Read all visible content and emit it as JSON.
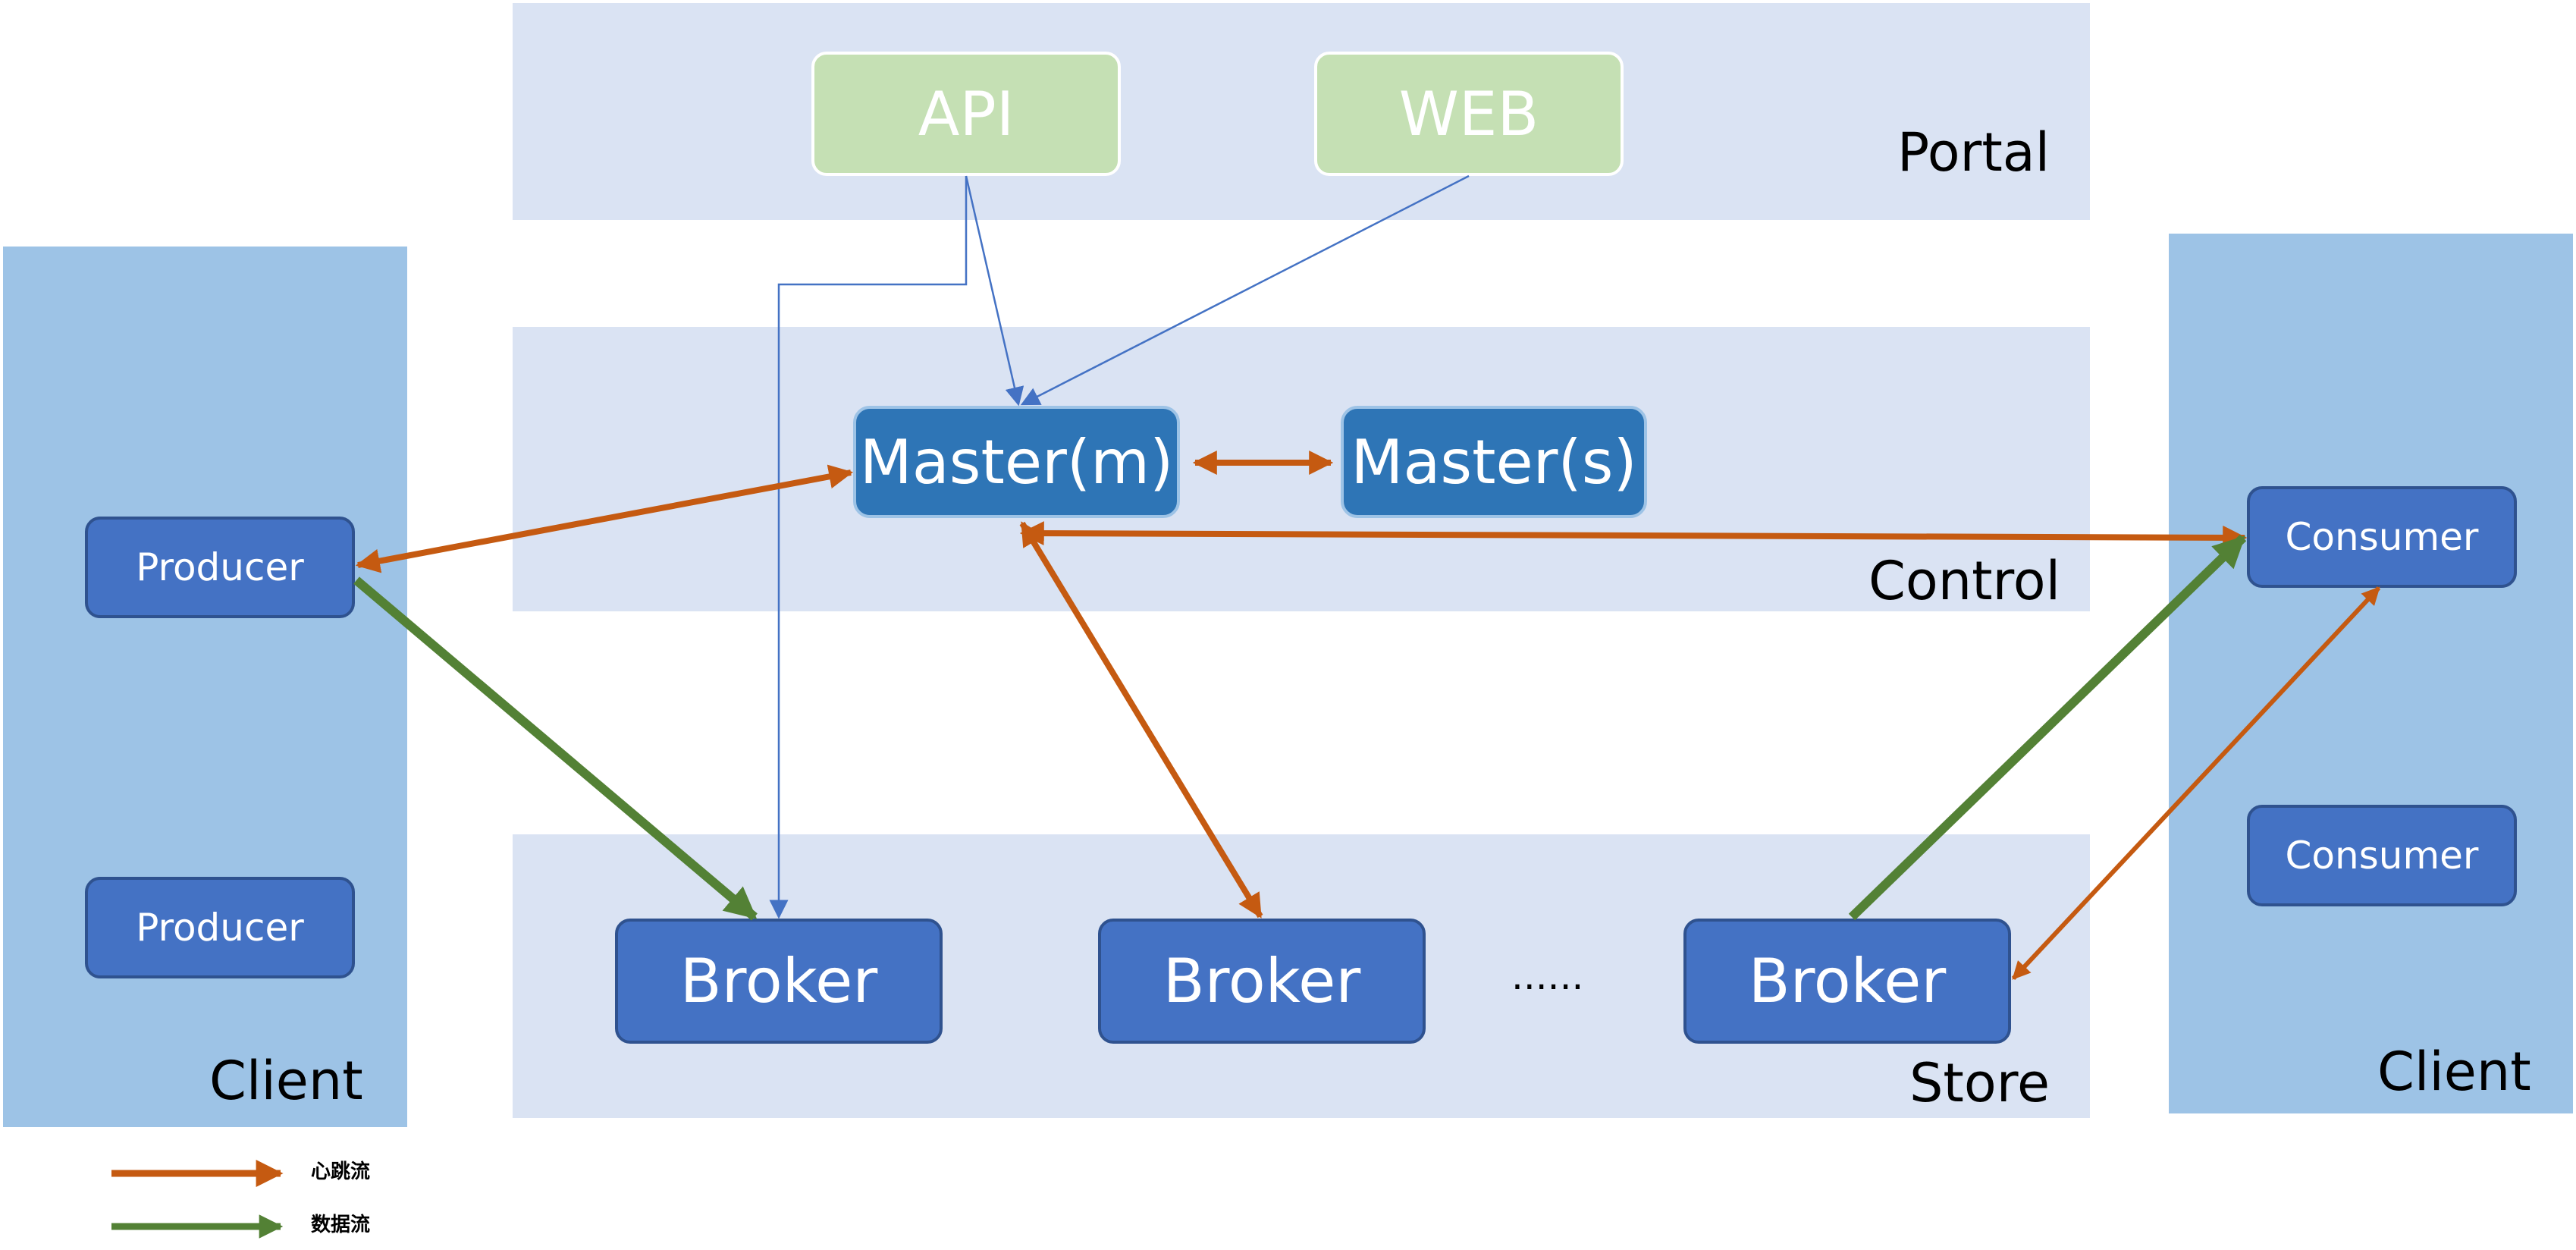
{
  "portal": {
    "label": "Portal",
    "api": "API",
    "web": "WEB"
  },
  "control": {
    "label": "Control",
    "master_m": "Master(m)",
    "master_s": "Master(s)"
  },
  "store": {
    "label": "Store",
    "brokers": [
      "Broker",
      "Broker",
      "Broker"
    ],
    "ellipsis": "......"
  },
  "client_left": {
    "label": "Client",
    "producers": [
      "Producer",
      "Producer"
    ]
  },
  "client_right": {
    "label": "Client",
    "consumers": [
      "Consumer",
      "Consumer"
    ]
  },
  "legend": {
    "heartbeat": "心跳流",
    "data": "数据流"
  },
  "colors": {
    "heartbeat_flow": "#c55a11",
    "data_flow": "#538135",
    "api_flow": "#4472c4",
    "band_bg": "#dae3f3",
    "client_bg": "#9dc3e6"
  }
}
